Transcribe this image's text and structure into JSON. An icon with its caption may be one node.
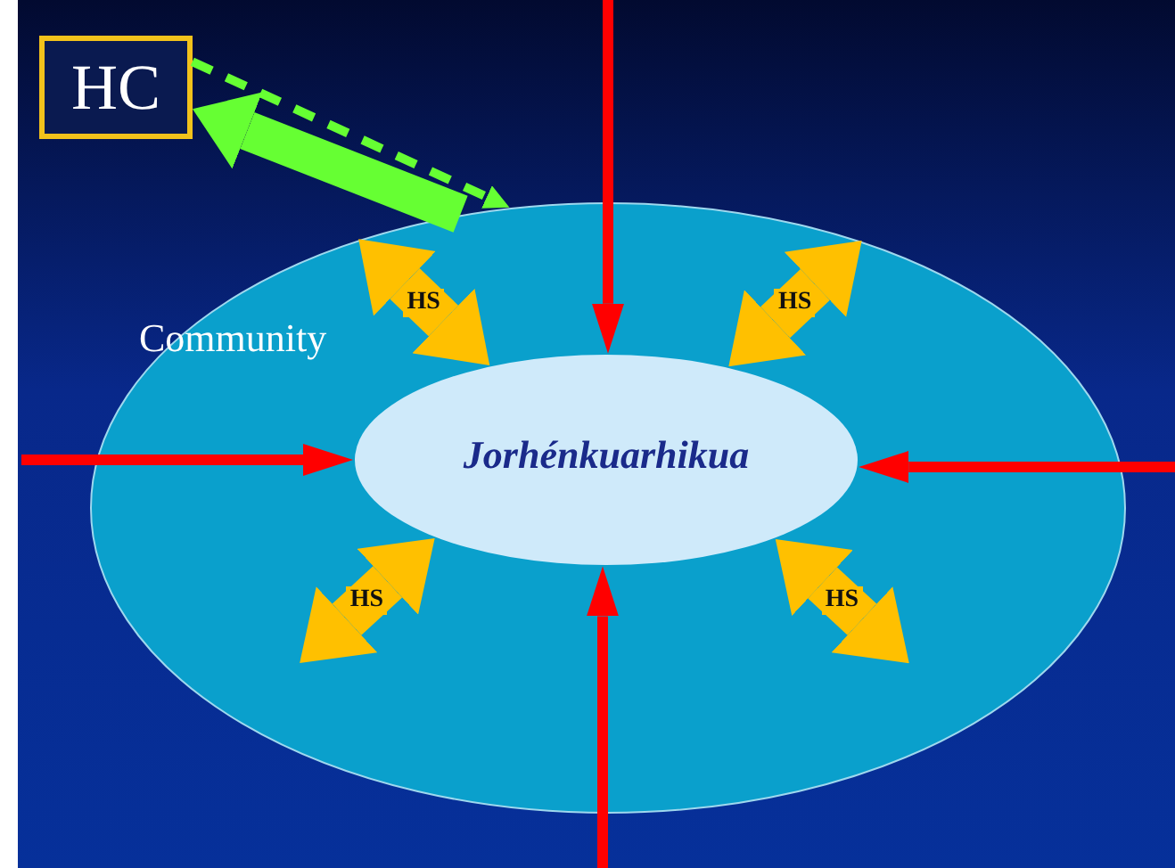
{
  "diagram": {
    "nodes": [
      {
        "text": [
          "HC"
        ]
      },
      {
        "text": [
          "Community"
        ]
      },
      {
        "text": [
          "Jorhénkuarhikua"
        ],
        "in": 1
      }
    ],
    "edges": [
      {
        "from": 1,
        "to": 0,
        "arrow": "to",
        "style": "thick",
        "color": "#66ff33"
      },
      {
        "from": 0,
        "to": 1,
        "arrow": "to",
        "style": "dashed",
        "color": "#66ff33"
      },
      {
        "from": null,
        "to": 2,
        "arrow": "to",
        "color": "#ff0000"
      },
      {
        "from": null,
        "to": 2,
        "arrow": "to",
        "color": "#ff0000"
      },
      {
        "from": null,
        "to": 2,
        "arrow": "to",
        "color": "#ff0000"
      },
      {
        "from": null,
        "to": 2,
        "arrow": "to",
        "color": "#ff0000"
      },
      {
        "from": 1,
        "to": 2,
        "label": "HS",
        "arrow": "both",
        "style": "thick",
        "color": "#ffc000"
      },
      {
        "from": 1,
        "to": 2,
        "label": "HS",
        "arrow": "both",
        "style": "thick",
        "color": "#ffc000"
      },
      {
        "from": 1,
        "to": 2,
        "label": "HS",
        "arrow": "both",
        "style": "thick",
        "color": "#ffc000"
      },
      {
        "from": 1,
        "to": 2,
        "label": "HS",
        "arrow": "both",
        "style": "thick",
        "color": "#ffc000"
      }
    ]
  }
}
